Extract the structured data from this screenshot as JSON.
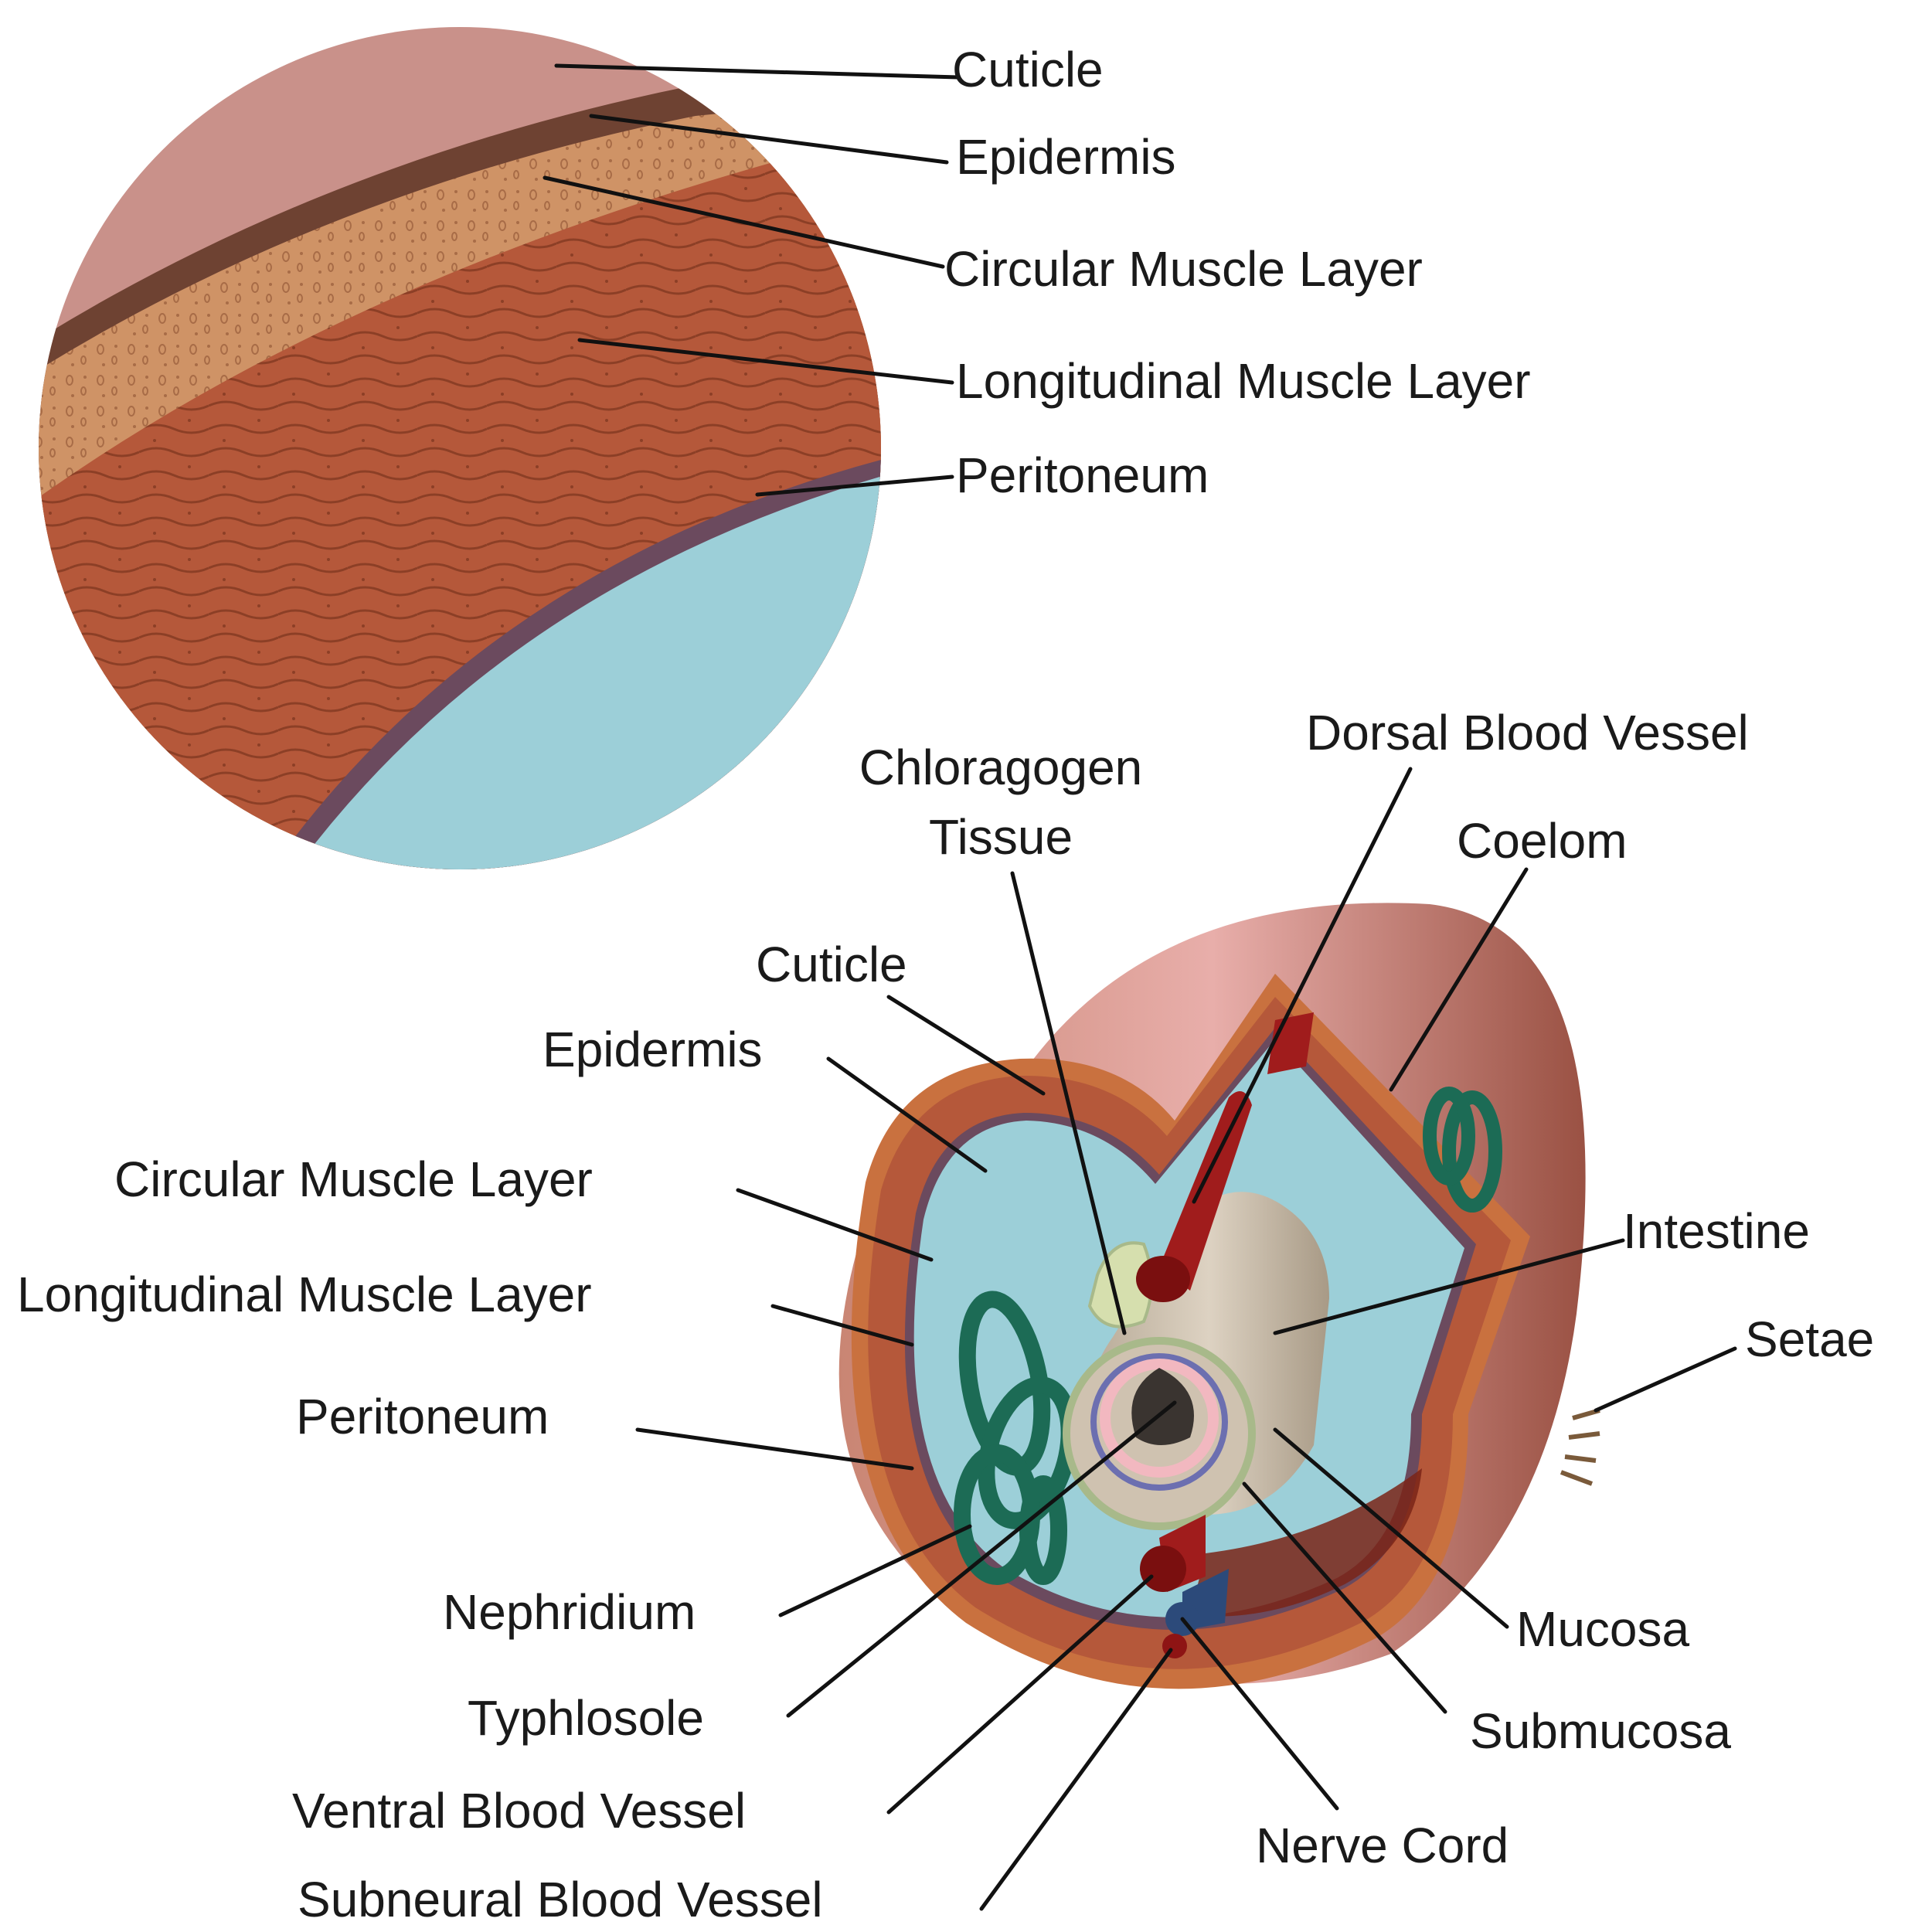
{
  "diagram": {
    "magnified_view": {
      "labels": {
        "cuticle": "Cuticle",
        "epidermis": "Epidermis",
        "circular_muscle": "Circular Muscle Layer",
        "longitudinal_muscle": "Longitudinal Muscle Layer",
        "peritoneum": "Peritoneum"
      }
    },
    "cross_section": {
      "labels": {
        "chloragogen_line1": "Chloragogen",
        "chloragogen_line2": "Tissue",
        "dorsal_blood_vessel": "Dorsal Blood Vessel",
        "coelom": "Coelom",
        "cuticle": "Cuticle",
        "epidermis": "Epidermis",
        "circular_muscle": "Circular Muscle Layer",
        "longitudinal_muscle": "Longitudinal Muscle Layer",
        "peritoneum": "Peritoneum",
        "intestine": "Intestine",
        "setae": "Setae",
        "nephridium": "Nephridium",
        "typhlosole": "Typhlosole",
        "mucosa": "Mucosa",
        "submucosa": "Submucosa",
        "ventral_blood_vessel": "Ventral Blood Vessel",
        "nerve_cord": "Nerve Cord",
        "subneural_blood_vessel": "Subneural Blood Vessel"
      }
    },
    "colors": {
      "cuticle": "#c9918a",
      "epidermis": "#6e4232",
      "circular_muscle": "#cf9366",
      "longitudinal_muscle": "#b5583a",
      "peritoneum": "#6b4a5e",
      "coelom": "#9ccfd8",
      "blood_vessel": "#a01c1c",
      "nerve_cord": "#2c4a7a",
      "nephridium": "#1c6b55",
      "intestine": "#cfc2b0",
      "chloragogen": "#d6dfae"
    }
  }
}
